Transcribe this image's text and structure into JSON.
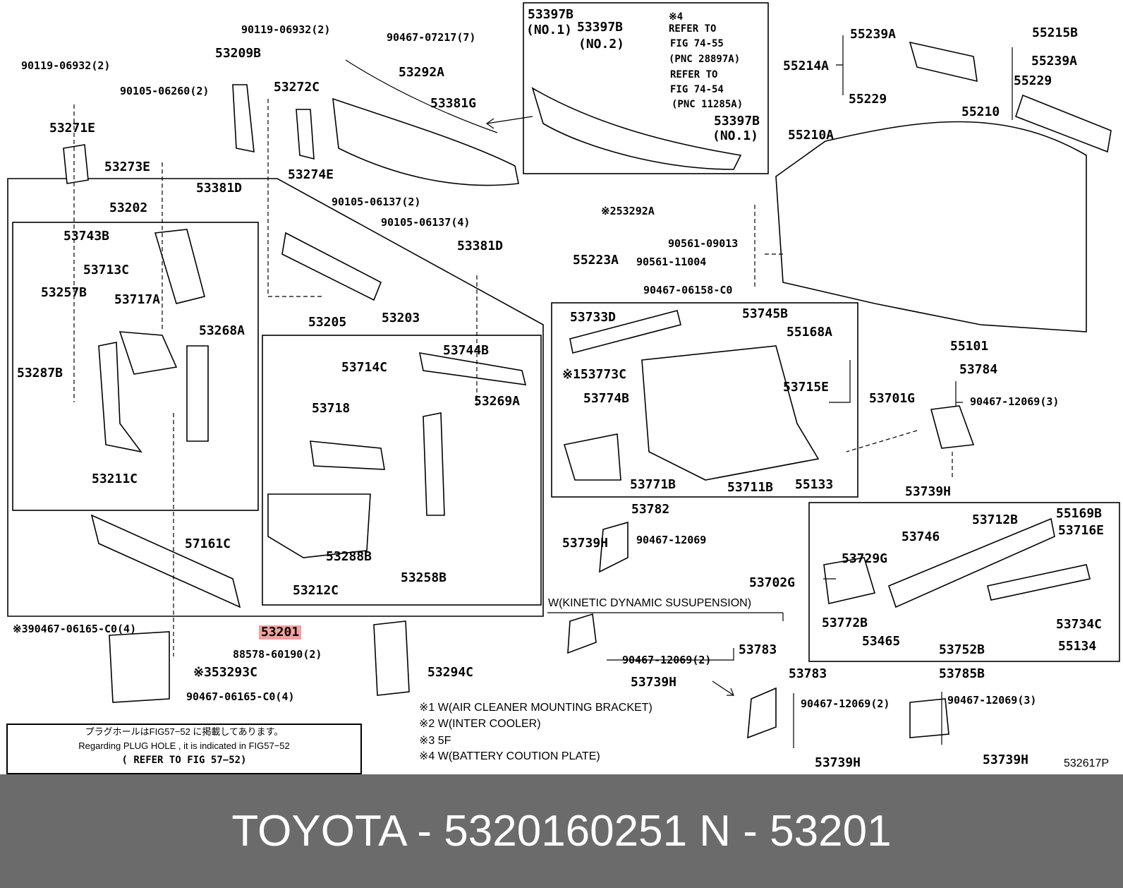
{
  "diagram": {
    "highlight_part": "53201",
    "labels": [
      {
        "id": "p-90119-06932-2a",
        "text": "90119-06932(2)"
      },
      {
        "id": "p-90467-07217-7",
        "text": "90467-07217(7)"
      },
      {
        "id": "p-53209b",
        "text": "53209B"
      },
      {
        "id": "p-90119-06932-2b",
        "text": "90119-06932(2)"
      },
      {
        "id": "p-90105-06260-2",
        "text": "90105-06260(2)"
      },
      {
        "id": "p-53272c",
        "text": "53272C"
      },
      {
        "id": "p-53292a",
        "text": "53292A"
      },
      {
        "id": "p-53381g",
        "text": "53381G"
      },
      {
        "id": "p-53271e",
        "text": "53271E"
      },
      {
        "id": "p-53273e",
        "text": "53273E"
      },
      {
        "id": "p-53274e",
        "text": "53274E"
      },
      {
        "id": "p-53381d-a",
        "text": "53381D"
      },
      {
        "id": "p-90105-06137-2",
        "text": "90105-06137(2)"
      },
      {
        "id": "p-90105-06137-4",
        "text": "90105-06137(4)"
      },
      {
        "id": "p-53202",
        "text": "53202"
      },
      {
        "id": "p-53743b",
        "text": "53743B"
      },
      {
        "id": "p-53713c",
        "text": "53713C"
      },
      {
        "id": "p-53257b",
        "text": "53257B"
      },
      {
        "id": "p-53717a",
        "text": "53717A"
      },
      {
        "id": "p-53268a",
        "text": "53268A"
      },
      {
        "id": "p-53287b",
        "text": "53287B"
      },
      {
        "id": "p-53211c",
        "text": "53211C"
      },
      {
        "id": "p-53205",
        "text": "53205"
      },
      {
        "id": "p-53381d-b",
        "text": "53381D"
      },
      {
        "id": "p-53203",
        "text": "53203"
      },
      {
        "id": "p-53744b",
        "text": "53744B"
      },
      {
        "id": "p-53714c",
        "text": "53714C"
      },
      {
        "id": "p-53718",
        "text": "53718"
      },
      {
        "id": "p-53269a",
        "text": "53269A"
      },
      {
        "id": "p-53288b",
        "text": "53288B"
      },
      {
        "id": "p-53258b",
        "text": "53258B"
      },
      {
        "id": "p-53212c",
        "text": "53212C"
      },
      {
        "id": "p-57161c",
        "text": "57161C"
      },
      {
        "id": "p-53201",
        "text": "53201"
      },
      {
        "id": "p-90467-06165-c0-4a",
        "text": "※390467-06165-C0(4)"
      },
      {
        "id": "p-88578-60190-2",
        "text": "88578-60190(2)"
      },
      {
        "id": "p-53293c",
        "text": "※353293C"
      },
      {
        "id": "p-53294c",
        "text": "53294C"
      },
      {
        "id": "p-90467-06165-c0-4b",
        "text": "90467-06165-C0(4)"
      },
      {
        "id": "p-53397b-1a",
        "text": "53397B"
      },
      {
        "id": "p-no1-a",
        "text": "(NO.1)"
      },
      {
        "id": "p-53397b-2",
        "text": "53397B"
      },
      {
        "id": "p-no2",
        "text": "(NO.2)"
      },
      {
        "id": "p-ref4",
        "text": "※4"
      },
      {
        "id": "p-refer-to-1",
        "text": "REFER TO"
      },
      {
        "id": "p-fig74-55",
        "text": "FIG 74-55"
      },
      {
        "id": "p-pnc28897a",
        "text": "(PNC 28897A)"
      },
      {
        "id": "p-refer-to-2",
        "text": "REFER TO"
      },
      {
        "id": "p-fig74-54",
        "text": "FIG 74-54"
      },
      {
        "id": "p-pnc11285a",
        "text": "(PNC 11285A)"
      },
      {
        "id": "p-53397b-1b",
        "text": "53397B"
      },
      {
        "id": "p-no1-b",
        "text": "(NO.1)"
      },
      {
        "id": "p-53292a-2",
        "text": "※253292A"
      },
      {
        "id": "p-55239a-a",
        "text": "55239A"
      },
      {
        "id": "p-55215b",
        "text": "55215B"
      },
      {
        "id": "p-55214a",
        "text": "55214A"
      },
      {
        "id": "p-55239a-b",
        "text": "55239A"
      },
      {
        "id": "p-55229-a",
        "text": "55229"
      },
      {
        "id": "p-55229-b",
        "text": "55229"
      },
      {
        "id": "p-55210",
        "text": "55210"
      },
      {
        "id": "p-55210a",
        "text": "55210A"
      },
      {
        "id": "p-90561-09013",
        "text": "90561-09013"
      },
      {
        "id": "p-55223a",
        "text": "55223A"
      },
      {
        "id": "p-90561-11004",
        "text": "90561-11004"
      },
      {
        "id": "p-90467-06158-c0",
        "text": "90467-06158-C0"
      },
      {
        "id": "p-55101",
        "text": "55101"
      },
      {
        "id": "p-53733d",
        "text": "53733D"
      },
      {
        "id": "p-53745b",
        "text": "53745B"
      },
      {
        "id": "p-55168a",
        "text": "55168A"
      },
      {
        "id": "p-53773c",
        "text": "※153773C"
      },
      {
        "id": "p-53715e",
        "text": "53715E"
      },
      {
        "id": "p-53774b",
        "text": "53774B"
      },
      {
        "id": "p-53701g",
        "text": "53701G"
      },
      {
        "id": "p-53771b",
        "text": "53771B"
      },
      {
        "id": "p-53711b",
        "text": "53711B"
      },
      {
        "id": "p-55133",
        "text": "55133"
      },
      {
        "id": "p-53784",
        "text": "53784"
      },
      {
        "id": "p-90467-12069-3a",
        "text": "90467-12069(3)"
      },
      {
        "id": "p-53739h-a",
        "text": "53739H"
      },
      {
        "id": "p-53782",
        "text": "53782"
      },
      {
        "id": "p-53739h-b",
        "text": "53739H"
      },
      {
        "id": "p-90467-12069",
        "text": "90467-12069"
      },
      {
        "id": "p-55169b",
        "text": "55169B"
      },
      {
        "id": "p-53712b",
        "text": "53712B"
      },
      {
        "id": "p-53716e",
        "text": "53716E"
      },
      {
        "id": "p-53746",
        "text": "53746"
      },
      {
        "id": "p-53729g",
        "text": "53729G"
      },
      {
        "id": "p-53702g",
        "text": "53702G"
      },
      {
        "id": "p-53772b",
        "text": "53772B"
      },
      {
        "id": "p-53734c",
        "text": "53734C"
      },
      {
        "id": "p-53465",
        "text": "53465"
      },
      {
        "id": "p-53752b",
        "text": "53752B"
      },
      {
        "id": "p-55134",
        "text": "55134"
      },
      {
        "id": "p-kinetic",
        "text": "W(KINETIC DYNAMIC SUSUPENSION)"
      },
      {
        "id": "p-90467-12069-2a",
        "text": "90467-12069(2)"
      },
      {
        "id": "p-53783-a",
        "text": "53783"
      },
      {
        "id": "p-53739h-c",
        "text": "53739H"
      },
      {
        "id": "p-53783-b",
        "text": "53783"
      },
      {
        "id": "p-53785b",
        "text": "53785B"
      },
      {
        "id": "p-90467-12069-2b",
        "text": "90467-12069(2)"
      },
      {
        "id": "p-90467-12069-3b",
        "text": "90467-12069(3)"
      },
      {
        "id": "p-53739h-d",
        "text": "53739H"
      },
      {
        "id": "p-53739h-e",
        "text": "53739H"
      },
      {
        "id": "p-532617p",
        "text": "532617P"
      }
    ],
    "footnotes": [
      "※1 W(AIR CLEANER MOUNTING BRACKET)",
      "※2 W(INTER COOLER)",
      "※3 5F",
      "※4 W(BATTERY COUTION PLATE)"
    ],
    "note": {
      "line1": "プラグホールはFIG57−52 に掲載してあります。",
      "line2": "Regarding PLUG HOLE , it is indicated in FIG57−52",
      "line3": "( REFER TO FIG 57−52)"
    }
  },
  "footer": {
    "text": "TOYOTA - 5320160251     N - 53201"
  }
}
